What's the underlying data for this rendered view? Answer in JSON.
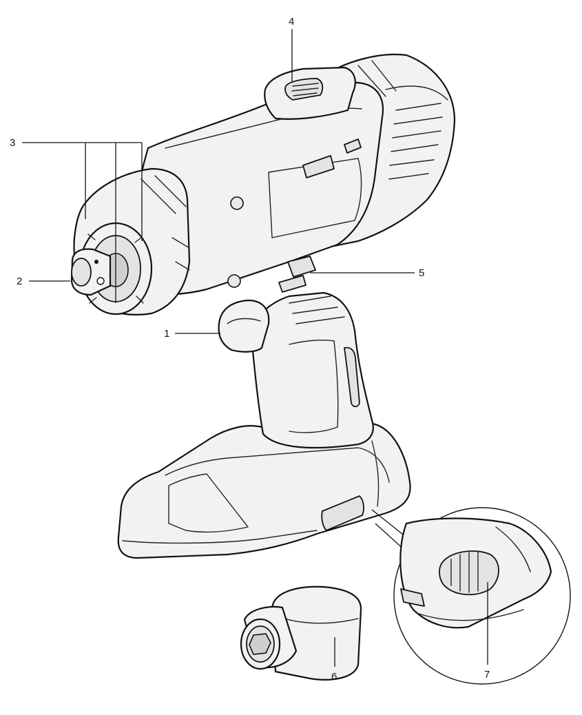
{
  "diagram": {
    "callouts": [
      {
        "id": "1",
        "text": "1"
      },
      {
        "id": "2",
        "text": "2"
      },
      {
        "id": "3",
        "text": "3"
      },
      {
        "id": "4",
        "text": "4"
      },
      {
        "id": "5",
        "text": "5"
      },
      {
        "id": "6",
        "text": "6"
      },
      {
        "id": "7",
        "text": "7"
      }
    ]
  },
  "colors": {
    "line": "#111111",
    "fill": "#f2f2f2",
    "background": "#ffffff"
  }
}
